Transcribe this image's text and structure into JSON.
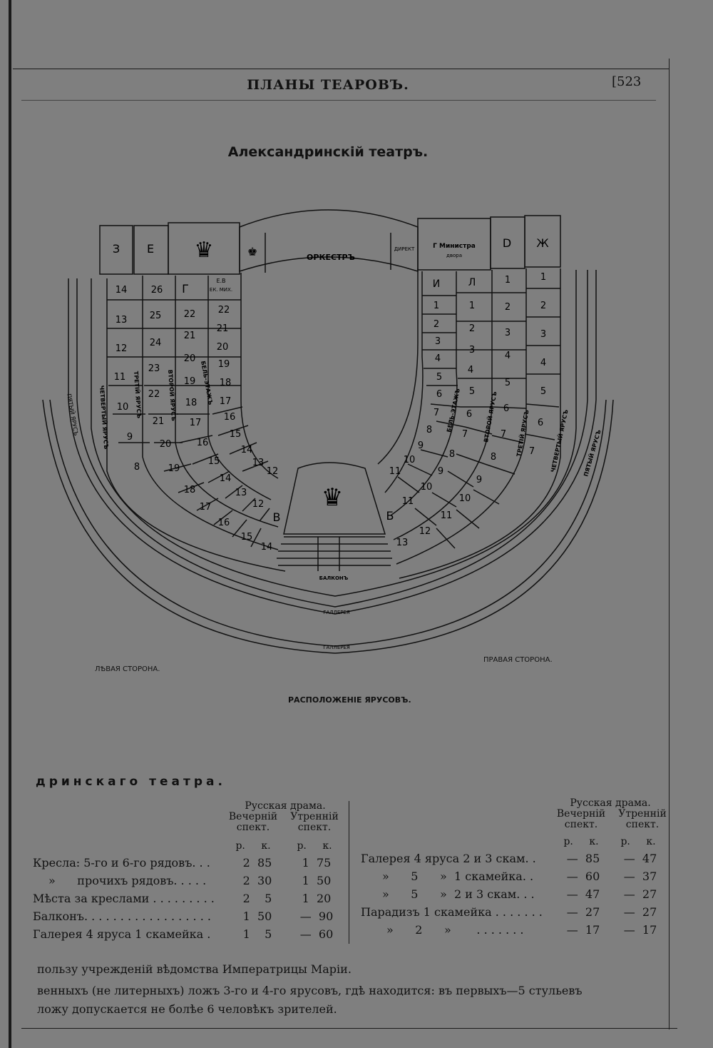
{
  "header": {
    "title": "ПЛАНЫ ТЕАРОВЪ.",
    "page": "[523"
  },
  "plan": {
    "title": "Александринскій театръ.",
    "boxes_top_left": [
      "З",
      "Е"
    ],
    "stage": "ОРКЕСТРЪ",
    "director_label": "ДИРЕКТ",
    "ministry_label": "Г Министра",
    "ministry_sub": "двора",
    "boxes_top_right": [
      "D",
      "Ж"
    ],
    "box_g_left": "Г",
    "box_ev_label": "Е.В",
    "box_ev_sub": "ЕК. МИХ.",
    "box_i_right": "И",
    "box_l_right": "Л",
    "box_v": "В",
    "box_b": "Б",
    "balcony": "БАЛКОНЪ",
    "gallery": "ГАЛЛЕРЕЯ",
    "tier_labels_left": [
      "ПЯТЫЙ ЯРУСЪ",
      "ЧЕТВЕРТЫЙ ЯРУСЪ",
      "ТРЕТІЙ ЯРУСЪ",
      "ВТОРОЙ ЯРУСЪ",
      "БЕЛЬ-ЭТАЖЪ"
    ],
    "tier_labels_right": [
      "БЕЛЬ-ЭТАЖЪ",
      "ВТОРОЙ ЯРУСЪ",
      "ТРЕТІЙ ЯРУСЪ",
      "ЧЕТВЕРТЫЙ ЯРУСЪ",
      "ПЯТЫЙ ЯРУСЪ"
    ],
    "left_side": "ЛѢВАЯ СТОРОНА.",
    "right_side": "ПРАВАЯ СТОРОНА.",
    "caption": "РАСПОЛОЖЕНІЕ ЯРУСОВЪ."
  },
  "prices": {
    "title": "дринскаго театра.",
    "header_group": "Русская драма.",
    "col_evening": [
      "Вечерній",
      "спект."
    ],
    "col_morning": [
      "Утренній",
      "спект."
    ],
    "units": [
      "р.",
      "к."
    ],
    "left_rows": [
      {
        "label": "Кресла: 5-го и 6-го рядовъ. . .",
        "e": "2  85",
        "m": "1  75"
      },
      {
        "label": "»      прочихъ рядовъ. . . . .",
        "e": "2  30",
        "m": "1  50"
      },
      {
        "label": "Мѣста за креслами . . . . . . . . .",
        "e": "2    5",
        "m": "1  20"
      },
      {
        "label": "Балконъ. . . . . . . . . . . . . . . . . .",
        "e": "1  50",
        "m": "—  90"
      },
      {
        "label": "Галерея 4 яруса 1 скамейка .",
        "e": "1    5",
        "m": "—  60"
      }
    ],
    "right_rows": [
      {
        "label": "Галерея 4 яруса 2 и 3 скам. .",
        "e": "—  85",
        "m": "—  47"
      },
      {
        "label": "»      5      »  1 скамейка. .",
        "e": "—  60",
        "m": "—  37"
      },
      {
        "label": "»      5      »  2 и 3 скам. . .",
        "e": "—  47",
        "m": "—  27"
      },
      {
        "label": "Парадизъ 1 скамейка . . . . . . .",
        "e": "—  27",
        "m": "—  27"
      },
      {
        "label": "»      2      »       . . . . . . .",
        "e": "—  17",
        "m": "—  17"
      }
    ]
  },
  "footer": {
    "line1": "пользу учрежденій вѣдомства Императрицы Маріи.",
    "line2": "венныхъ (не литерныхъ) ложъ 3-го и 4-го ярусовъ, гдѣ находится: въ первыхъ—5 стульевъ",
    "line3": "ложу допускается не болѣе 6 человѣкъ зрителей."
  }
}
